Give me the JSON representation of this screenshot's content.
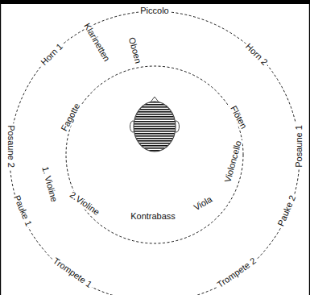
{
  "diagram": {
    "labels": [
      "Piccolo",
      "Horn 1",
      "Horn 2",
      "Klarinetten",
      "Oboen",
      "Fagotte",
      "Flöten",
      "Posaune 2",
      "Posaune 1",
      "1. Violine",
      "Violoncello",
      "Pauke 1",
      "Pauke 2",
      "2.Violine",
      "Viola",
      "Kontrabass",
      "Trompete 1",
      "Trompete 2"
    ]
  }
}
